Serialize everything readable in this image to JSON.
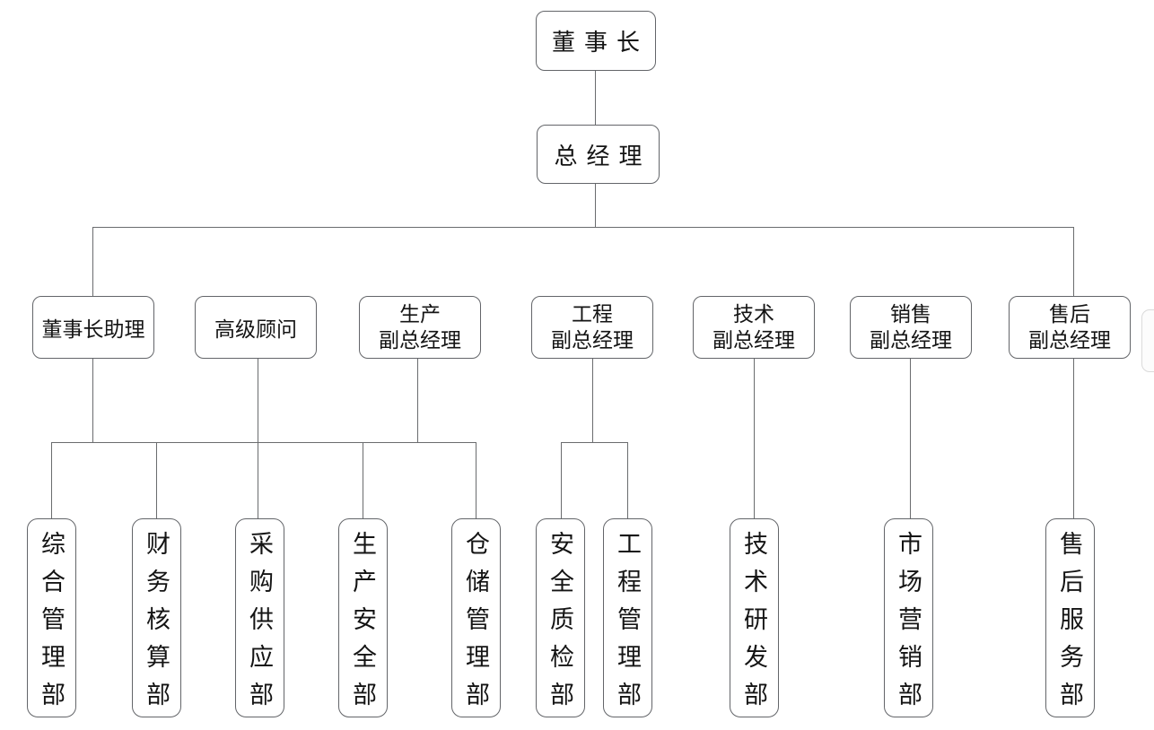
{
  "diagram": {
    "type": "org-chart",
    "background_color": "#ffffff",
    "line_color": "#6a6c6e",
    "box_border_color": "#636569",
    "text_color": "#141414",
    "root": {
      "label": "董事长"
    },
    "gm": {
      "label": "总经理"
    },
    "level3": {
      "assistant": {
        "label": "董事长助理"
      },
      "advisor": {
        "label": "高级顾问"
      },
      "production": {
        "line1": "生产",
        "line2": "副总经理"
      },
      "engineering": {
        "line1": "工程",
        "line2": "副总经理"
      },
      "technology": {
        "line1": "技术",
        "line2": "副总经理"
      },
      "sales": {
        "line1": "销售",
        "line2": "副总经理"
      },
      "aftersales": {
        "line1": "售后",
        "line2": "副总经理"
      }
    },
    "departments": {
      "general_mgmt": {
        "label": "综合管理部"
      },
      "finance": {
        "label": "财务核算部"
      },
      "purchasing": {
        "label": "采购供应部"
      },
      "production_safety": {
        "label": "生产安全部"
      },
      "warehouse": {
        "label": "仓储管理部"
      },
      "quality": {
        "label": "安全质检部"
      },
      "engineering_mgmt": {
        "label": "工程管理部"
      },
      "rnd": {
        "label": "技术研发部"
      },
      "marketing": {
        "label": "市场营销部"
      },
      "aftersales_service": {
        "label": "售后服务部"
      }
    }
  }
}
